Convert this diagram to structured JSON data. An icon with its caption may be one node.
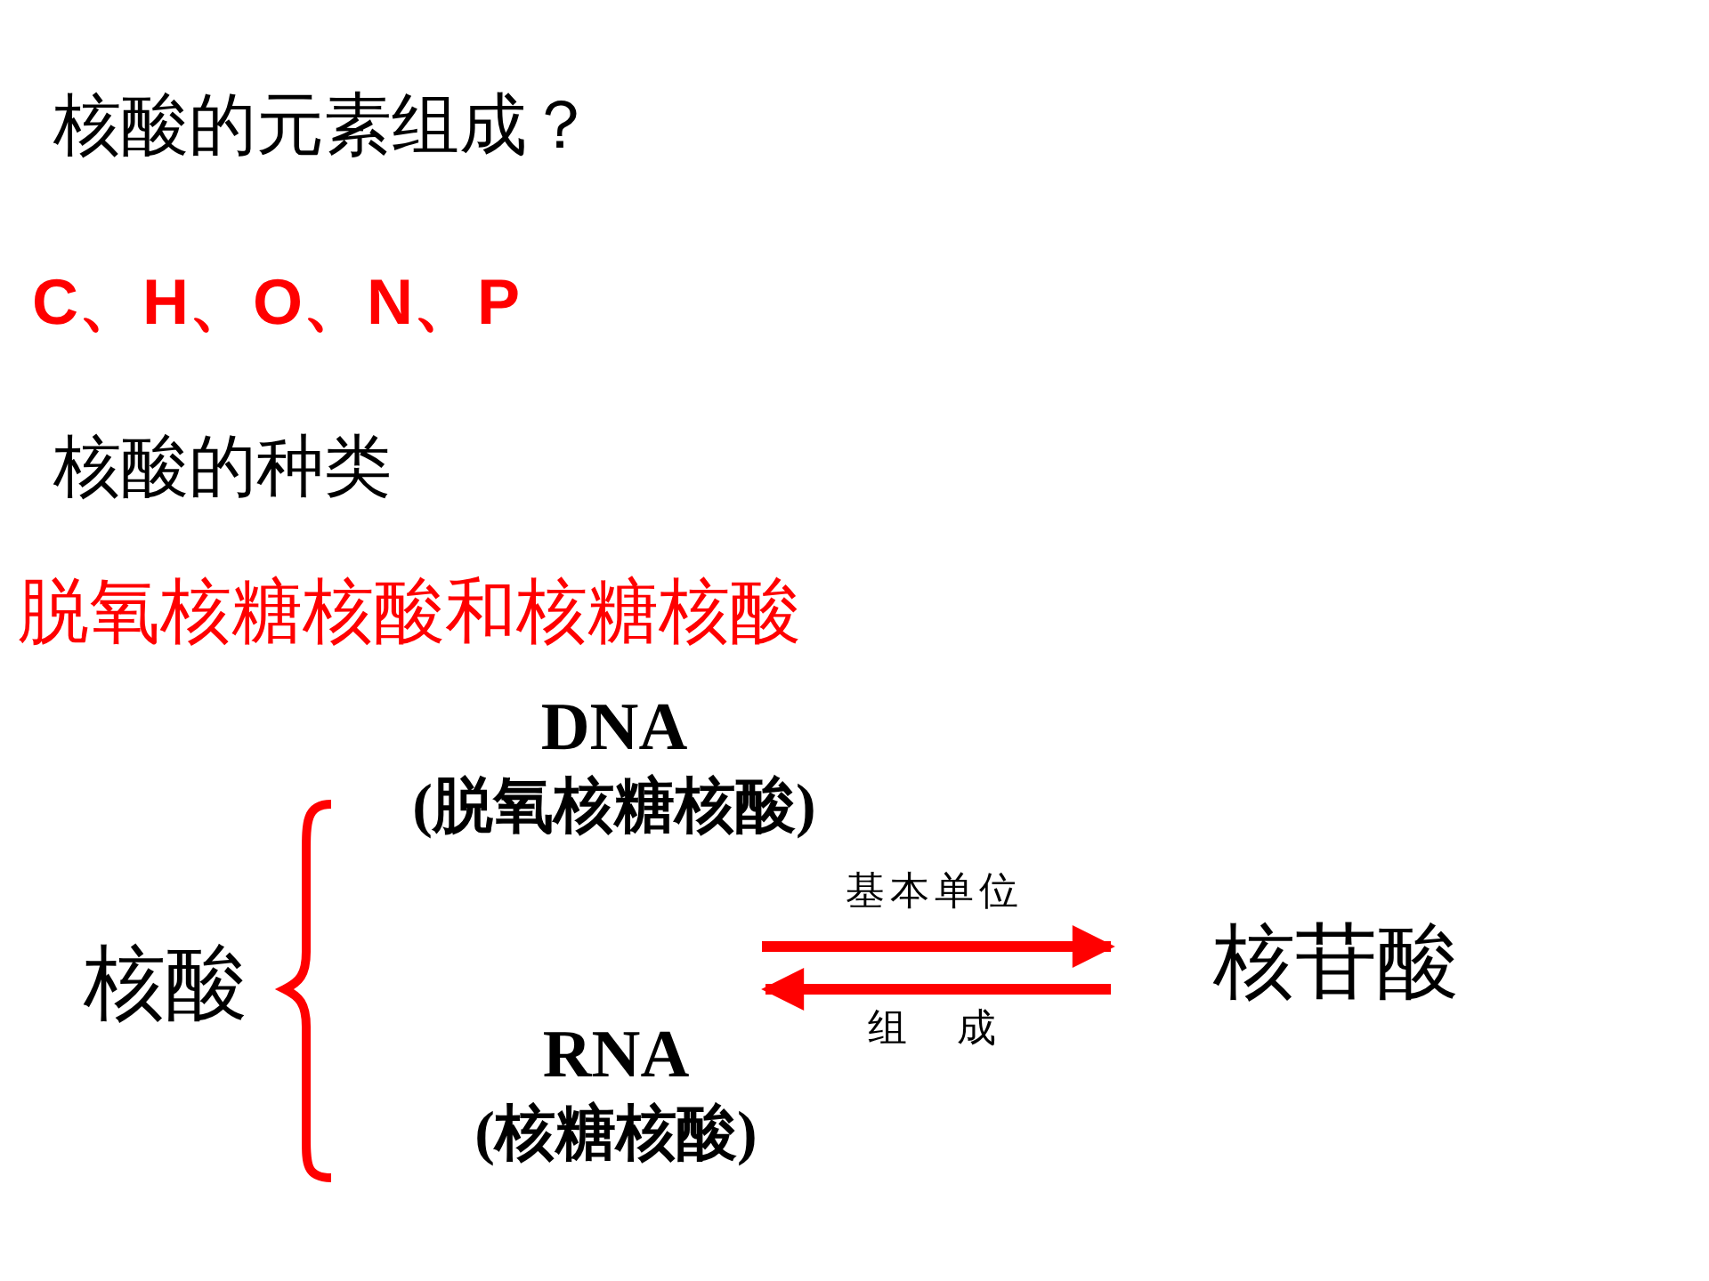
{
  "diagram": {
    "nodes": [
      {
        "text": [
          "核酸"
        ]
      },
      {
        "text": [
          "DNA",
          "(脱氧核糖核酸)"
        ]
      },
      {
        "text": [
          "RNA",
          "(核糖核酸)"
        ]
      },
      {
        "text": [
          "核苷酸"
        ]
      }
    ],
    "edges": [
      {
        "from": null,
        "to": 3,
        "arrow": "to",
        "label": "基本单位"
      },
      {
        "from": 3,
        "to": 2,
        "arrow": "to",
        "label": "组　成"
      }
    ],
    "labels": [
      "核酸的元素组成？",
      "C、H、O、N、P",
      "核酸的种类",
      "脱氧核糖核酸和核糖核酸"
    ]
  }
}
